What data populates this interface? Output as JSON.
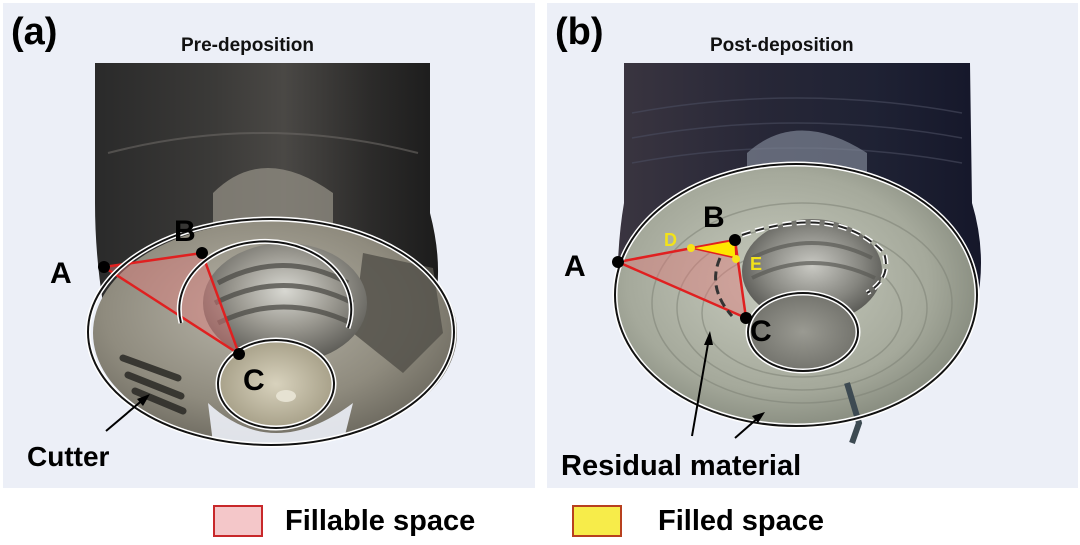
{
  "panels": [
    {
      "letter": "(a)",
      "title": "Pre-deposition",
      "points": {
        "A": "A",
        "B": "B",
        "C": "C"
      },
      "annotation": "Cutter"
    },
    {
      "letter": "(b)",
      "title": "Post-deposition",
      "points": {
        "A": "A",
        "B": "B",
        "C": "C",
        "D": "D",
        "E": "E"
      },
      "annotation": "Residual material"
    }
  ],
  "legend": [
    {
      "label": "Fillable space",
      "fill": "#f4c7c9",
      "border": "#c8282a"
    },
    {
      "label": "Filled space",
      "fill": "#f7ec4a",
      "border": "#b8401e"
    }
  ],
  "colors": {
    "triangle_edge": "#e02020",
    "fillable": "#e07a7a",
    "filled": "#ffe600",
    "point": "#000000",
    "de_label": "#f2e21a",
    "panel_bg": "#eceff7"
  }
}
